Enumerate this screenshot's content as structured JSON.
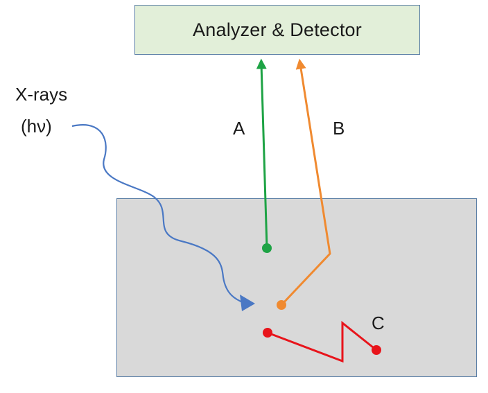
{
  "analyzer": {
    "label": "Analyzer & Detector"
  },
  "source": {
    "line1": "X-rays",
    "line2": "(hν)"
  },
  "paths": {
    "a": {
      "label": "A",
      "color": "#1ea345"
    },
    "b": {
      "label": "B",
      "color": "#f08a30"
    },
    "c": {
      "label": "C",
      "color": "#e8141b"
    }
  },
  "xray_color": "#4a78c4",
  "box_colors": {
    "analyzer_fill": "#e2efd9",
    "sample_fill": "#d9d9d9",
    "border": "#5b7fa6"
  }
}
